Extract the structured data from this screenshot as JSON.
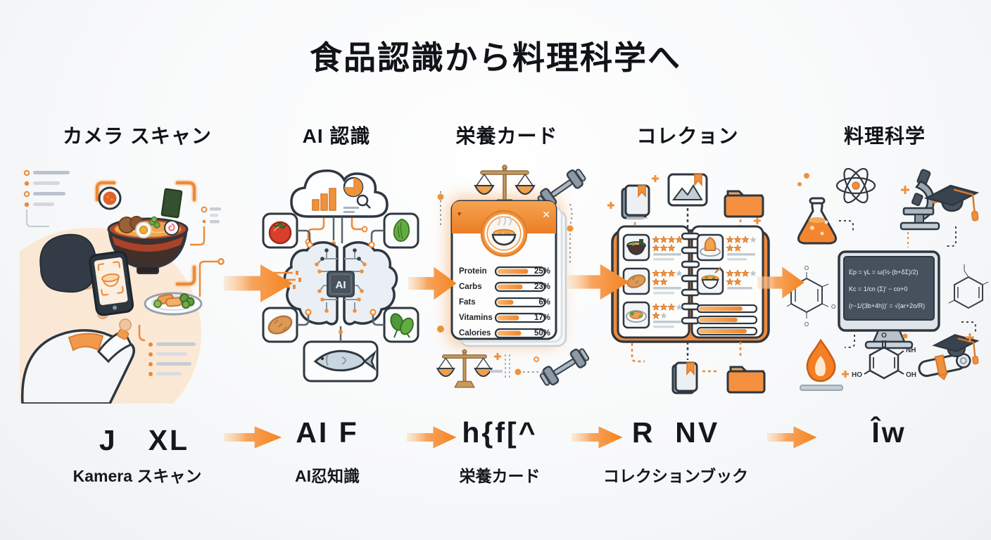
{
  "title": "食品認識から料理科学へ",
  "stages": [
    {
      "header": "カメラ スキャン",
      "glyph": "J　XL",
      "label": "Kamera スキャン"
    },
    {
      "header": "AI 認識",
      "glyph": "AI F",
      "label": "AI忍知識"
    },
    {
      "header": "栄養カード",
      "glyph": "h{f[^",
      "label": "栄養カード"
    },
    {
      "header": "コレクョン",
      "glyph": "R  NV",
      "label": "コレクションブック"
    },
    {
      "header": "料理科学",
      "glyph": "Îw",
      "label": ""
    }
  ],
  "ai_panel": {
    "chip_label": "AI"
  },
  "nutrition_card": {
    "mark_icon": "♥",
    "close_icon": "✕",
    "rows": [
      {
        "label": "Protein",
        "value": "25%",
        "bar_w": "44"
      },
      {
        "label": "Carbs",
        "value": "23%",
        "bar_w": "36"
      },
      {
        "label": "Fats",
        "value": "6%",
        "bar_w": "23"
      },
      {
        "label": "Vitamins",
        "value": "17%",
        "bar_w": "31"
      },
      {
        "label": "Calories",
        "value": "50%",
        "bar_w": "34"
      }
    ]
  },
  "science_panel": {
    "formula_line1": "Ep = γL = ω(½·(b+δΣ)/2)",
    "formula_line2": "Kc = 1/cn (Σ)′ − co+0",
    "formula_line3": "(r−1/(3b+4h))′ = √(ar+2o/R)",
    "label_o": "O",
    "label_ho": "HO",
    "label_oh": "OH",
    "label_nh": "NH"
  },
  "colors": {
    "accent": "#F5861F",
    "outline": "#2E3740",
    "card_header": "#EE8130",
    "glow": "#F8BE8B"
  }
}
